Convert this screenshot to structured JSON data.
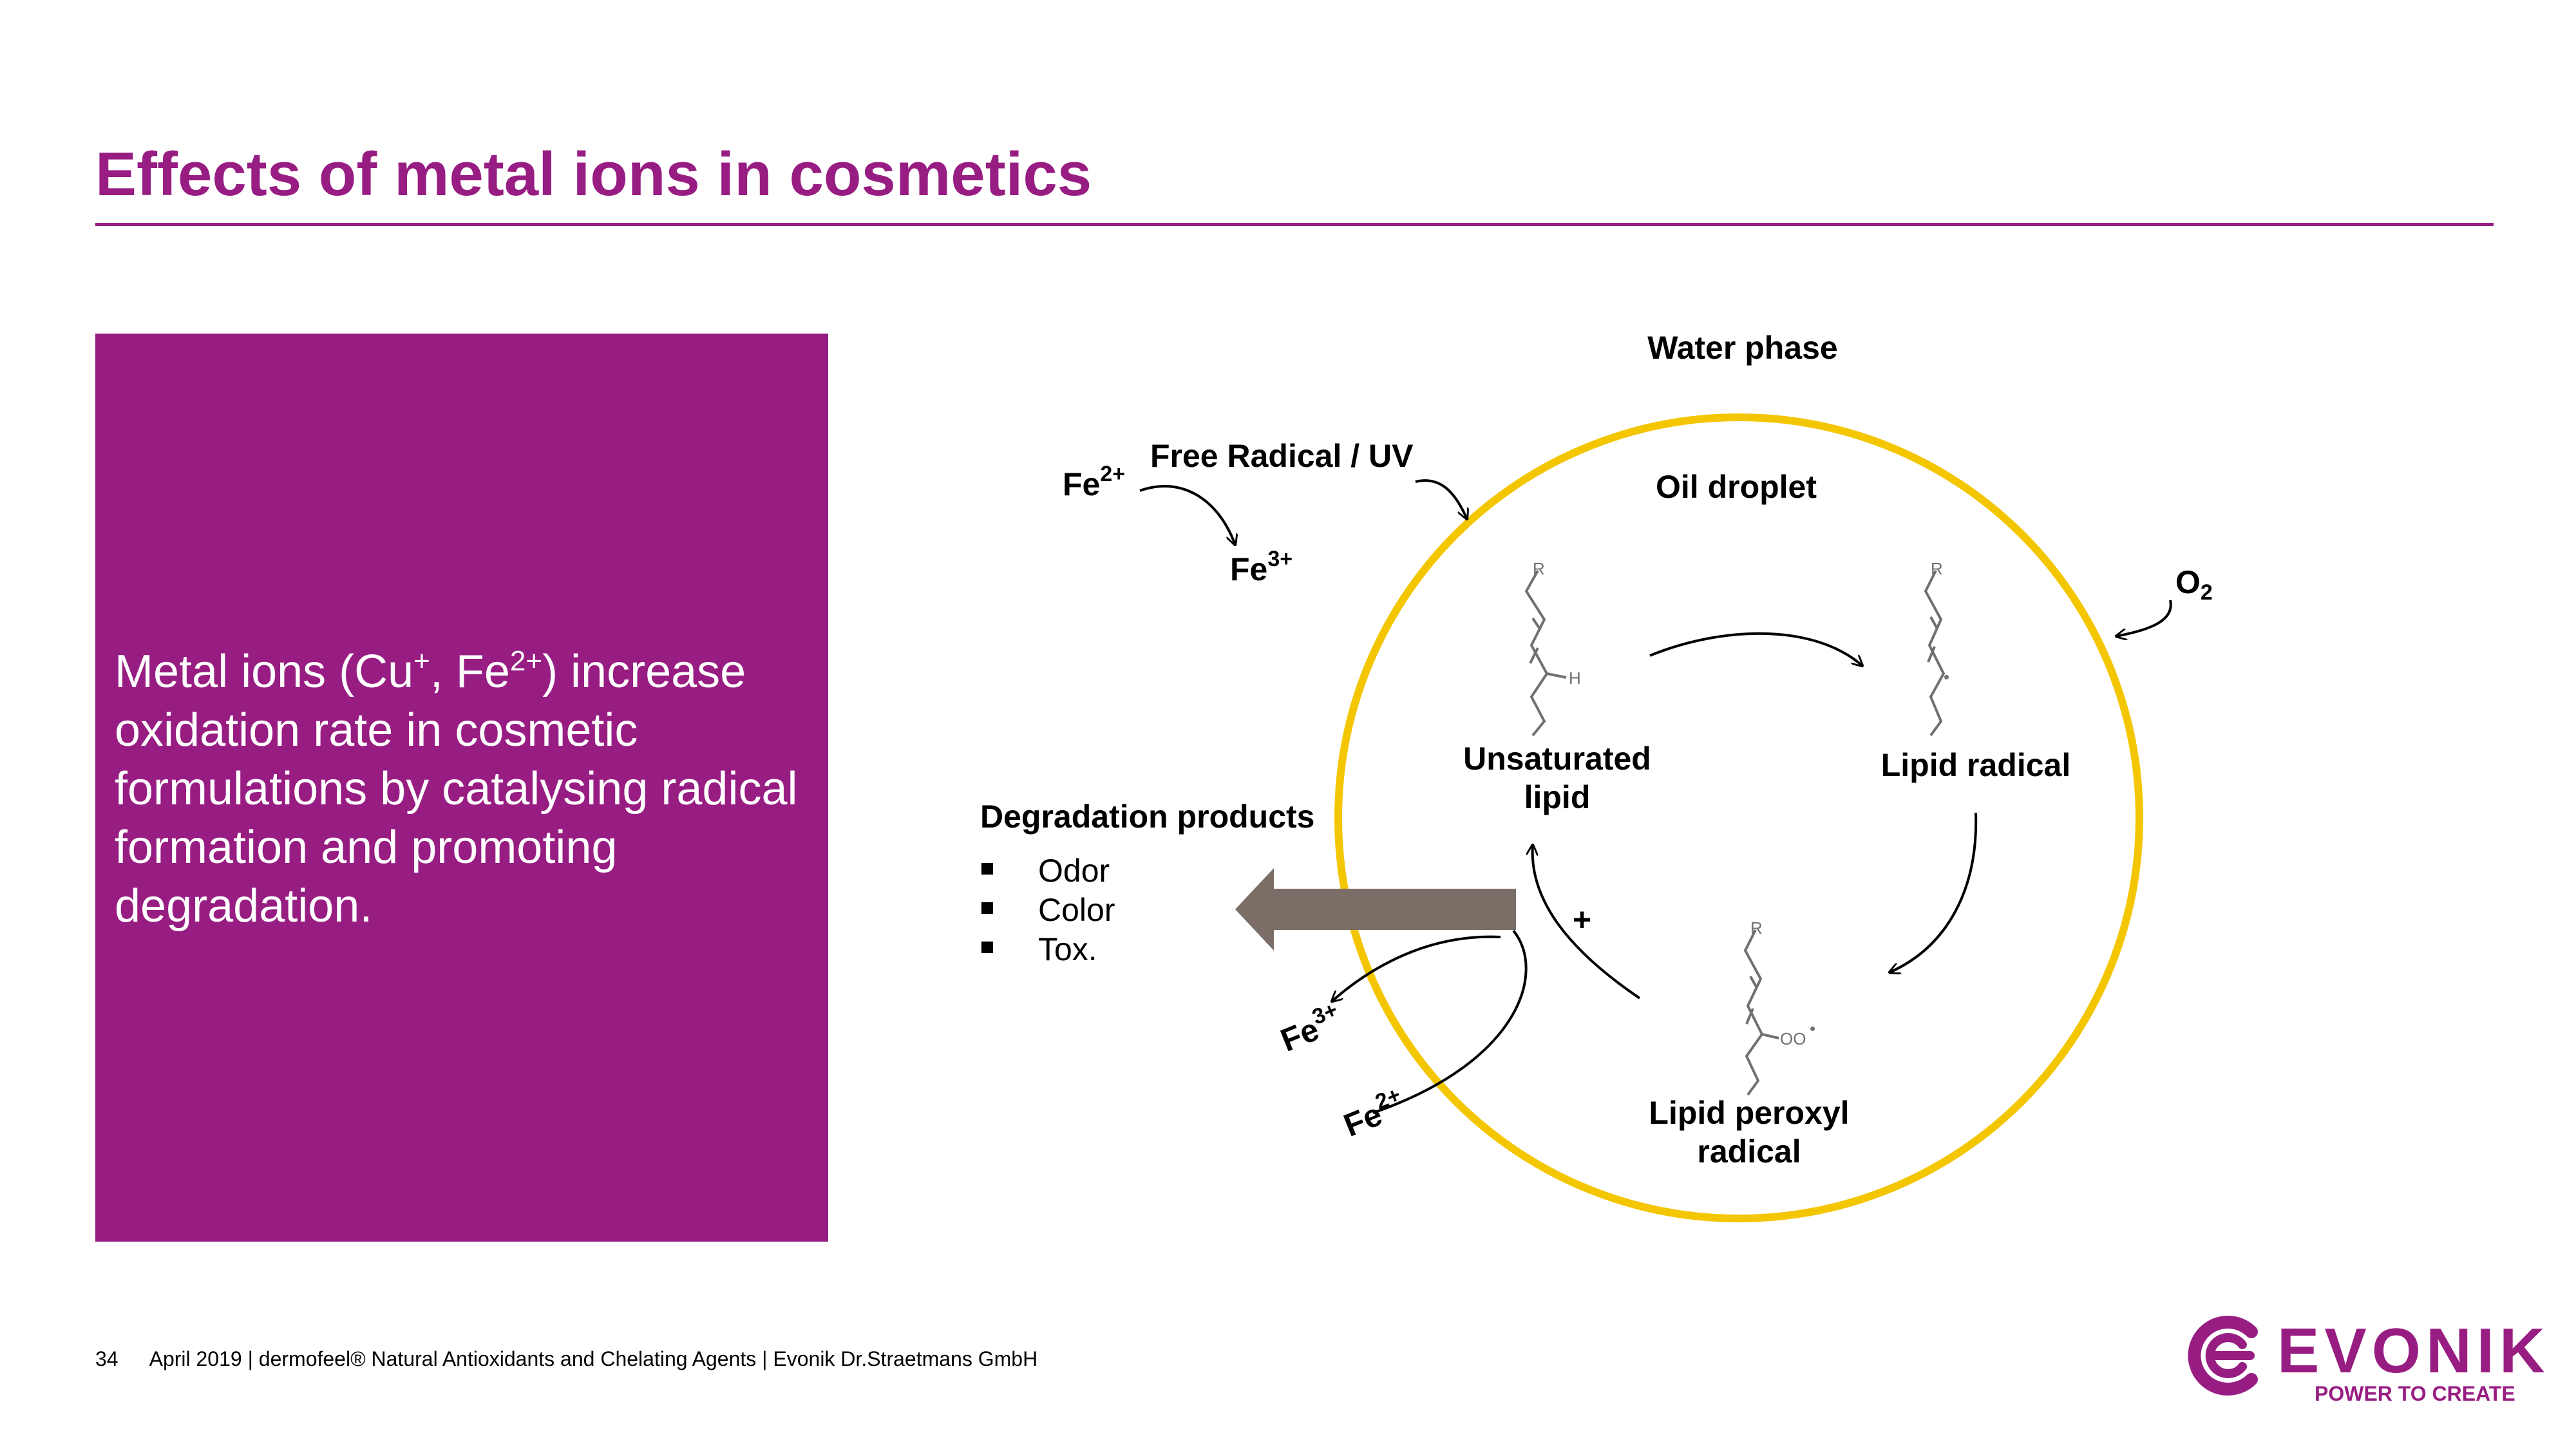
{
  "slide": {
    "title": "Effects of metal ions in cosmetics"
  },
  "panel": {
    "text_part1": "Metal ions (Cu",
    "sup1": "+",
    "text_part2": ", Fe",
    "sup2": "2+",
    "text_part3": ") increase oxidation rate in cosmetic formulations by catalysing radical formation and promoting degradation."
  },
  "diagram": {
    "water_phase": "Water phase",
    "oil_droplet": "Oil droplet",
    "free_radical_uv": "Free Radical / UV",
    "fe_top_left": {
      "base": "Fe",
      "charge": "2+"
    },
    "fe_top_mid": {
      "base": "Fe",
      "charge": "3+"
    },
    "o2": {
      "base": "O",
      "sub": "2"
    },
    "unsaturated_lipid": "Unsaturated lipid",
    "lipid_radical": "Lipid radical",
    "lipid_peroxyl_radical": "Lipid peroxyl radical",
    "plus": "+",
    "fe_bottom_3": {
      "base": "Fe",
      "charge": "3+"
    },
    "fe_bottom_2": {
      "base": "Fe",
      "charge": "2+"
    },
    "degradation_title": "Degradation products",
    "degradation_items": [
      "Odor",
      "Color",
      "Tox."
    ],
    "molecule_labels": {
      "r": "R",
      "h": "H",
      "dot": "•",
      "oo": "OO"
    },
    "colors": {
      "droplet_ring": "#f3c600",
      "arrow_fill": "#7a6e66",
      "brand": "#981d82"
    }
  },
  "footer": {
    "page_number": "34",
    "text": "April 2019 | dermofeel® Natural Antioxidants and Chelating Agents | Evonik Dr.Straetmans GmbH"
  },
  "logo": {
    "wordmark": "EVONIK",
    "tagline": "POWER TO CREATE"
  }
}
